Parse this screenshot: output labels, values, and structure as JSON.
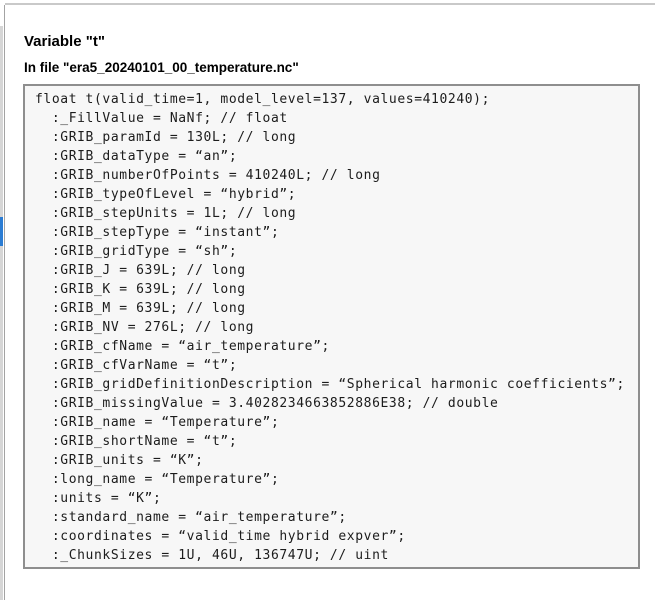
{
  "header": {
    "title": "Variable \"t\"",
    "subtitle": "In file \"era5_20240101_00_temperature.nc\""
  },
  "code": {
    "lines": [
      "float t(valid_time=1, model_level=137, values=410240);",
      "  :_FillValue = NaNf; // float",
      "  :GRIB_paramId = 130L; // long",
      "  :GRIB_dataType = “an”;",
      "  :GRIB_numberOfPoints = 410240L; // long",
      "  :GRIB_typeOfLevel = “hybrid”;",
      "  :GRIB_stepUnits = 1L; // long",
      "  :GRIB_stepType = “instant”;",
      "  :GRIB_gridType = “sh”;",
      "  :GRIB_J = 639L; // long",
      "  :GRIB_K = 639L; // long",
      "  :GRIB_M = 639L; // long",
      "  :GRIB_NV = 276L; // long",
      "  :GRIB_cfName = “air_temperature”;",
      "  :GRIB_cfVarName = “t”;",
      "  :GRIB_gridDefinitionDescription = “Spherical harmonic coefficients”;",
      "  :GRIB_missingValue = 3.4028234663852886E38; // double",
      "  :GRIB_name = “Temperature”;",
      "  :GRIB_shortName = “t”;",
      "  :GRIB_units = “K”;",
      "  :long_name = “Temperature”;",
      "  :units = “K”;",
      "  :standard_name = “air_temperature”;",
      "  :coordinates = “valid_time hybrid expver”;",
      "  :_ChunkSizes = 1U, 46U, 136747U; // uint"
    ]
  },
  "colors": {
    "panel_bg": "#f7f7f7",
    "panel_border": "#8e8e8e",
    "scroll_thumb_blue": "#2b7cd3",
    "left_strip_gray": "#d6d6d6"
  }
}
